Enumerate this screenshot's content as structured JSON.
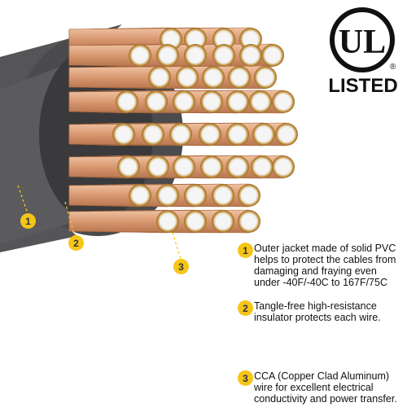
{
  "logo": {
    "mark_text": "UL",
    "registered": "®",
    "label": "LISTED"
  },
  "callouts": [
    {
      "number": "1",
      "text": "Outer jacket made of solid PVC\nhelps to protect the cables from\ndamaging and fraying even\nunder -40F/-40C to 167F/75C"
    },
    {
      "number": "2",
      "text": "Tangle-free high-resistance\ninsulator protects each wire."
    },
    {
      "number": "3",
      "text": "CCA (Copper Clad Aluminum)\nwire for excellent electrical\nconductivity and power transfer."
    }
  ],
  "colors": {
    "badge": "#f5c518",
    "jacket": "#4b4b4d",
    "insulator": "#3a3a3c",
    "copper": "#d9a07a",
    "core": "#f2f2f2"
  }
}
